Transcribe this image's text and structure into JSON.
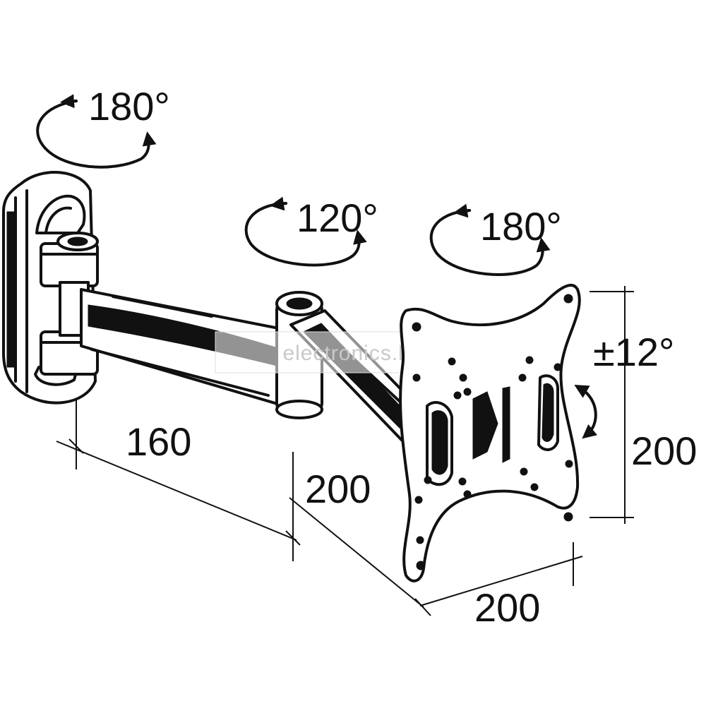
{
  "labels": {
    "rot_wall": "180°",
    "rot_elbow": "120°",
    "rot_plate": "180°",
    "tilt": "±12°",
    "dim_arm1": "160",
    "dim_arm2": "200",
    "dim_vesa_w": "200",
    "dim_vesa_h": "200"
  },
  "watermark": "electronics.bg",
  "colors": {
    "ink": "#111111",
    "background": "#ffffff",
    "watermark": "#c9c9c9"
  }
}
